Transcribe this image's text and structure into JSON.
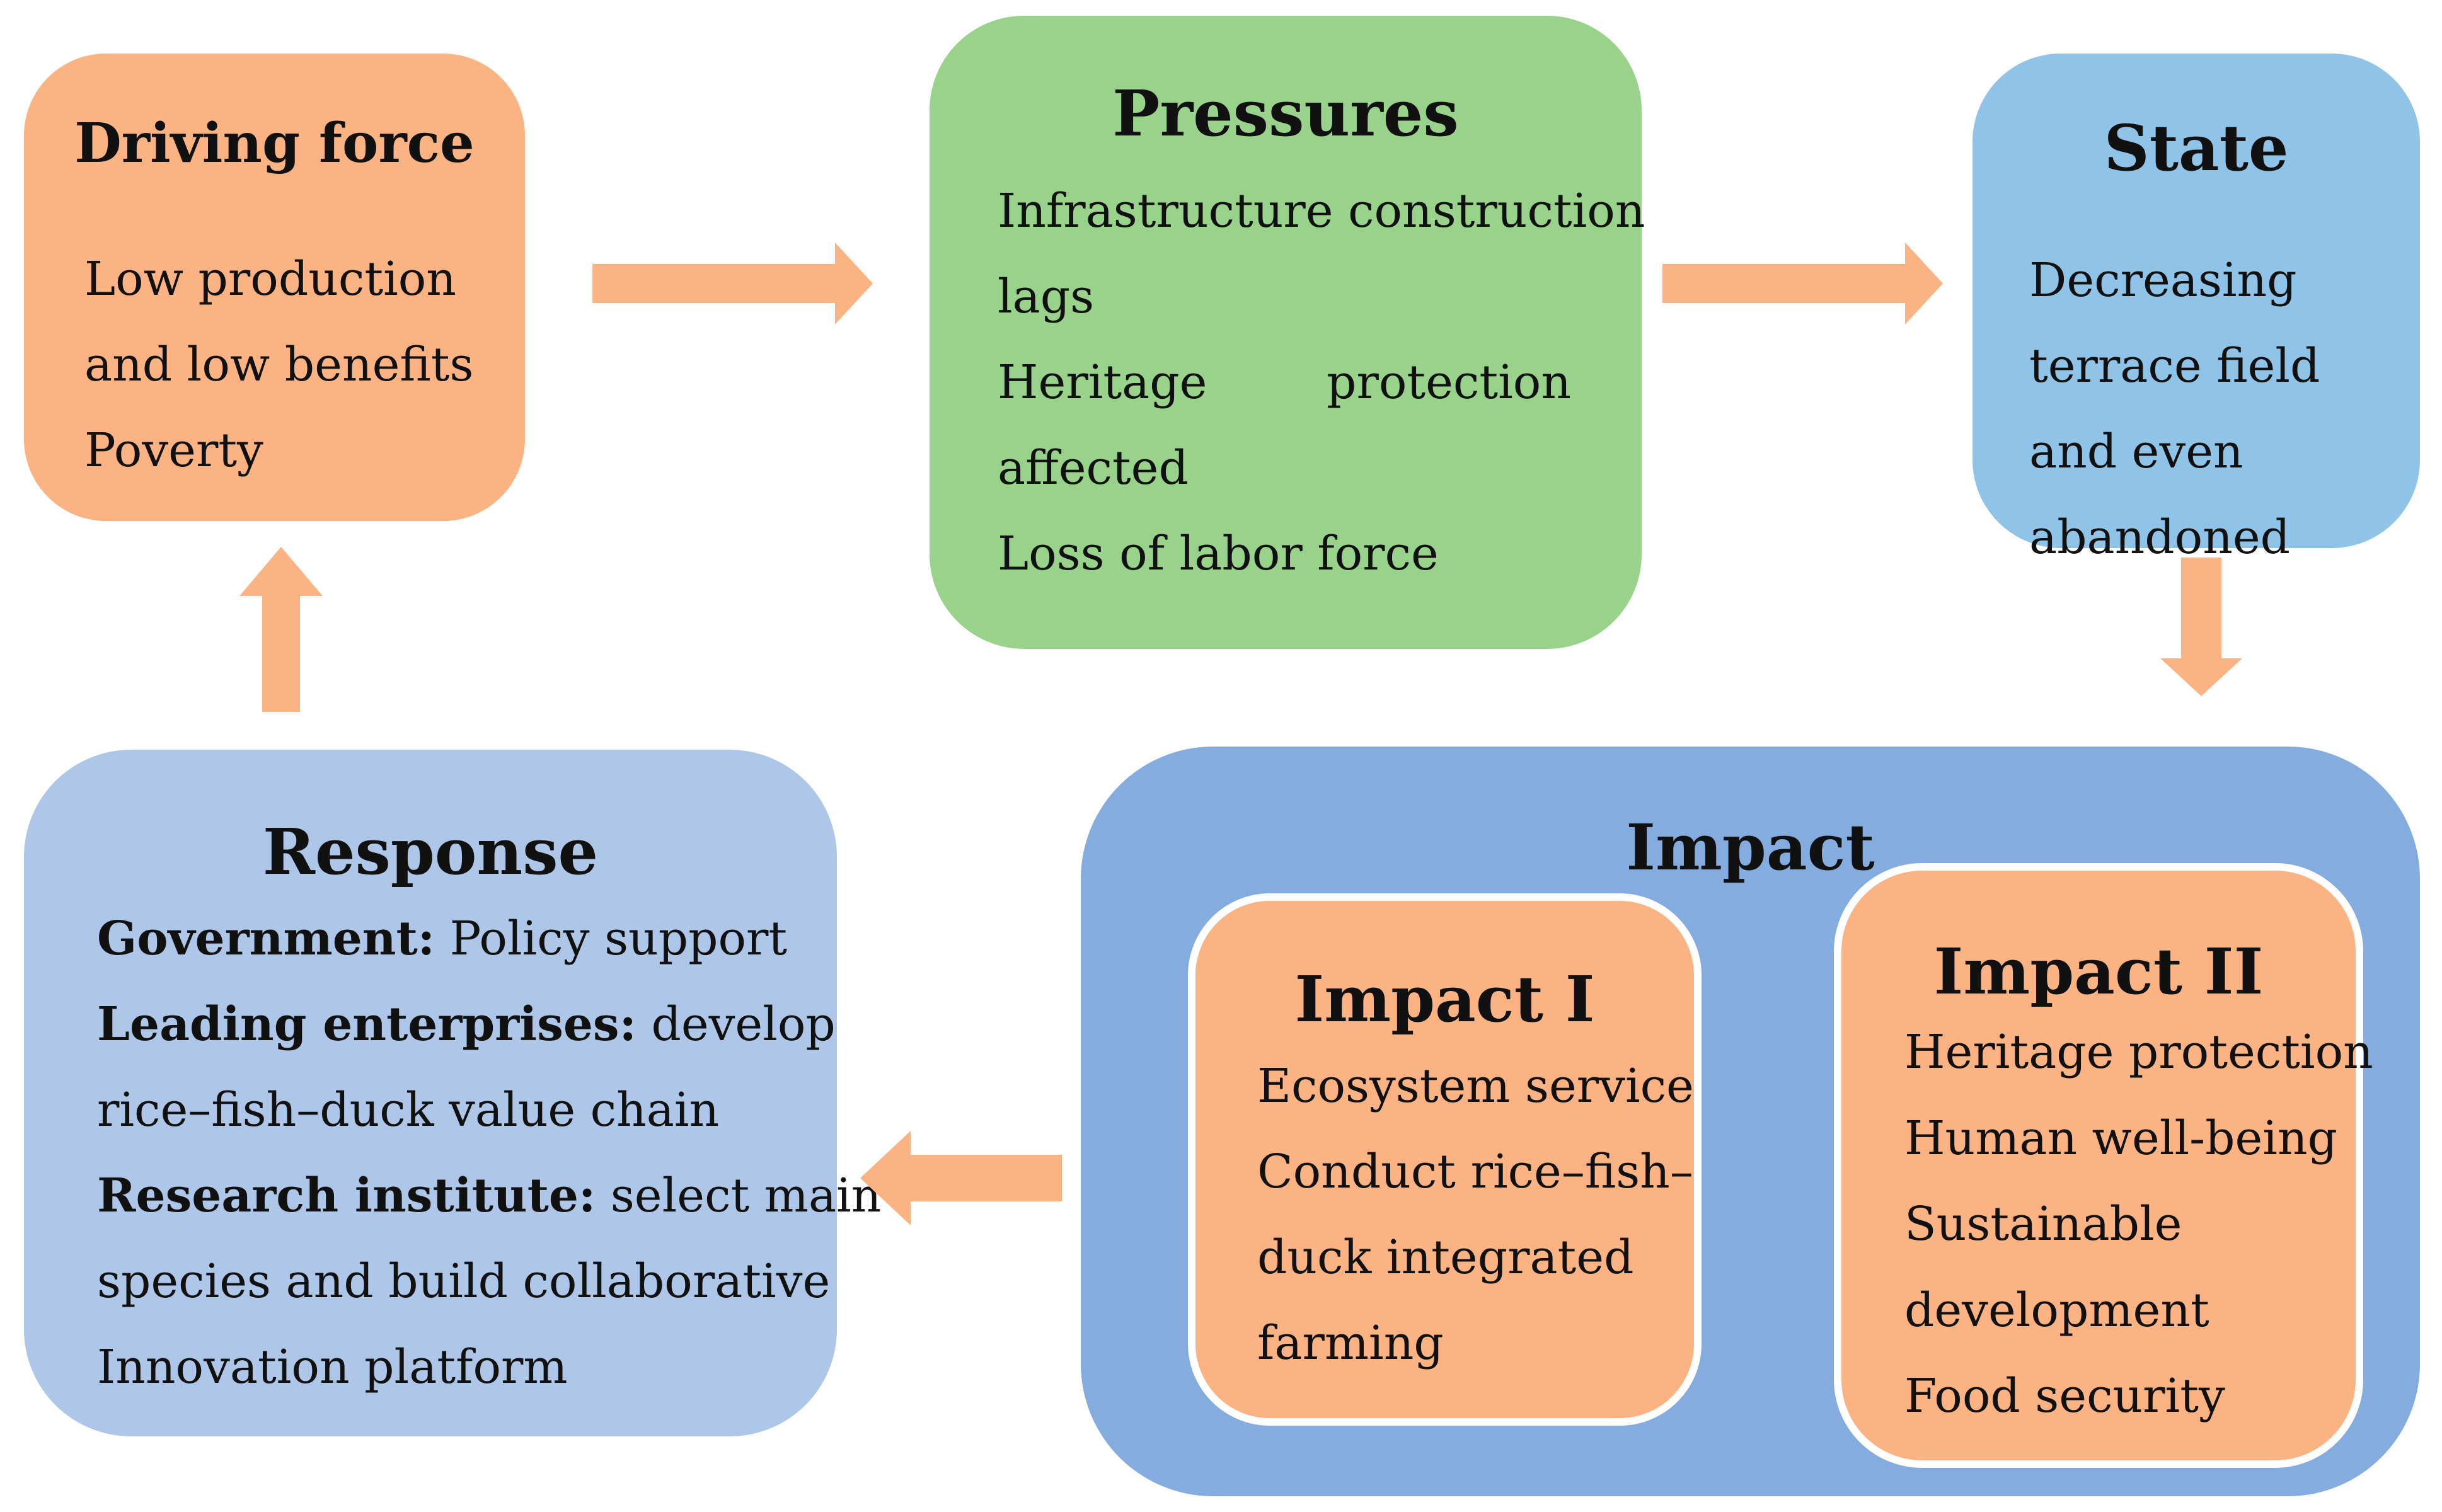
{
  "colors": {
    "driving_force": "#fbb383",
    "pressures": "#99d38b",
    "state": "#8fc4e8",
    "response": "#aec7e9",
    "impact": "#84acde",
    "impact_sub": "#fbb383",
    "arrow": "#fbb383"
  },
  "driving_force": {
    "title": "Driving force",
    "lines": [
      "Low production",
      "and low benefits",
      "Poverty"
    ]
  },
  "pressures": {
    "title": "Pressures",
    "line1": "Infrastructure construction",
    "line2": "lags",
    "line3a": "Heritage",
    "line3b": "protection",
    "line4": "affected",
    "line5": "Loss of labor force"
  },
  "state": {
    "title": "State",
    "lines": [
      "Decreasing",
      "terrace field",
      "and even",
      "abandoned"
    ]
  },
  "response": {
    "title": "Response",
    "gov_label": "Government:",
    "gov_text": " Policy support",
    "lead_label": "Leading enterprises:",
    "lead_text": " develop",
    "lead_cont": "rice–fish–duck value chain",
    "res_label": "Research institute:",
    "res_text": " select main",
    "res_cont1": "species and build collaborative",
    "res_cont2": "Innovation platform"
  },
  "impact": {
    "title": "Impact",
    "impact1": {
      "title": "Impact I",
      "lines": [
        "Ecosystem service",
        "Conduct rice–fish–",
        "duck integrated",
        "farming"
      ]
    },
    "impact2": {
      "title": "Impact II",
      "lines": [
        "Heritage protection",
        "Human well-being",
        "Sustainable",
        "development",
        "Food security"
      ]
    }
  }
}
